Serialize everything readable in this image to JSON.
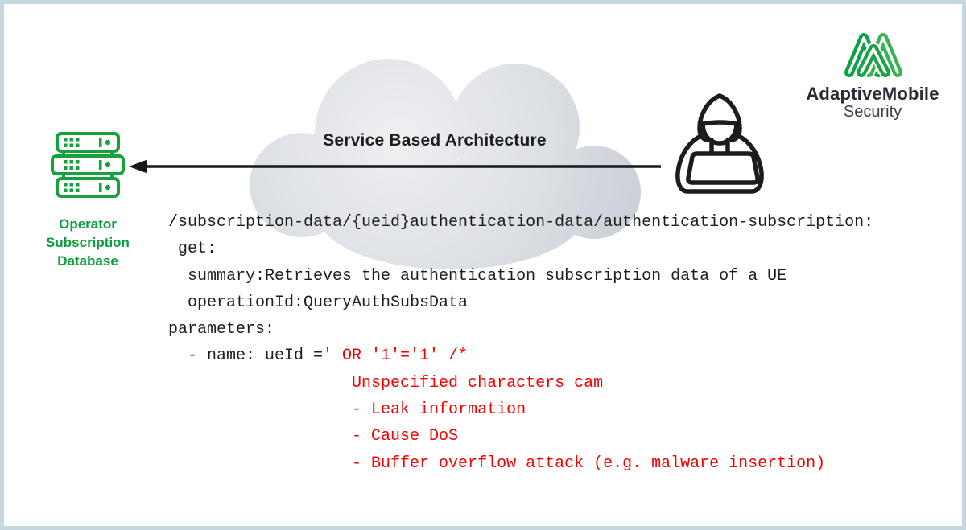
{
  "brand": {
    "name": "AdaptiveMobile",
    "subtitle": "Security"
  },
  "cloud": {
    "label": "Service Based Architecture"
  },
  "database": {
    "label_lines": [
      "Operator",
      "Subscription",
      "Database"
    ]
  },
  "code": {
    "lines": [
      {
        "segments": [
          {
            "text": "/subscription-data/{ueid}authentication-data/authentication-subscription:",
            "color": "black"
          }
        ]
      },
      {
        "segments": [
          {
            "text": " get:",
            "color": "black"
          }
        ]
      },
      {
        "segments": [
          {
            "text": "  summary:Retrieves the authentication subscription data of a UE",
            "color": "black"
          }
        ]
      },
      {
        "segments": [
          {
            "text": "  operationId:QueryAuthSubsData",
            "color": "black"
          }
        ]
      },
      {
        "segments": [
          {
            "text": "parameters:",
            "color": "black"
          }
        ]
      },
      {
        "segments": [
          {
            "text": "  - name: ueId =",
            "color": "black"
          },
          {
            "text": "' OR '1'='1' /*",
            "color": "red"
          }
        ]
      },
      {
        "segments": [
          {
            "text": "                   Unspecified characters cam",
            "color": "red"
          }
        ]
      },
      {
        "segments": [
          {
            "text": "                   - Leak information",
            "color": "red"
          }
        ]
      },
      {
        "segments": [
          {
            "text": "                   - Cause DoS",
            "color": "red"
          }
        ]
      },
      {
        "segments": [
          {
            "text": "                   - Buffer overflow attack (e.g. malware insertion)",
            "color": "red"
          }
        ]
      }
    ]
  },
  "icons": {
    "database": "server-stack-icon",
    "attacker": "hacker-laptop-icon",
    "cloud": "cloud-shape",
    "arrow": "left-arrow-icon",
    "logo": "triple-loop-m-icon"
  },
  "colors": {
    "green": "#12a13f",
    "logo_green_dark": "#0aa147",
    "logo_green_light": "#35b44f",
    "red": "#f50000",
    "code_black": "#1e1e1e",
    "border": "#c6d8de",
    "cloud_light": "#edeff1",
    "cloud_dark": "#c8cdd5",
    "icon_black": "#1c1c1c"
  }
}
